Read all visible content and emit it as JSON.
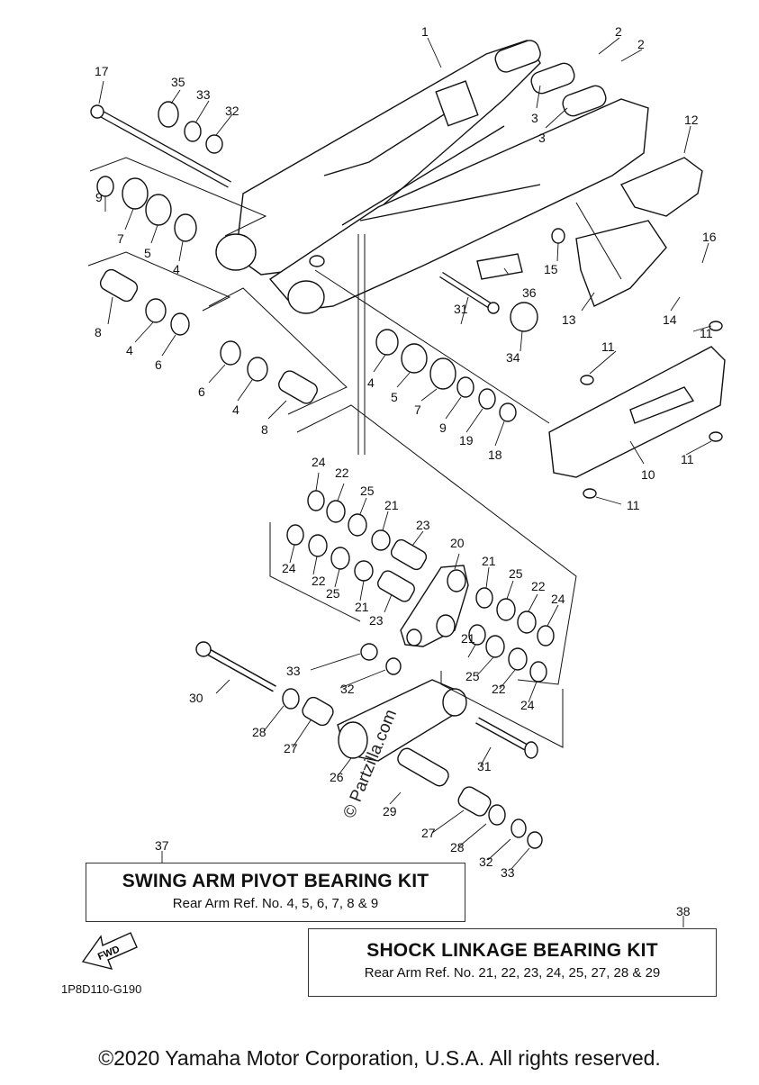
{
  "callouts": [
    "1",
    "2",
    "2",
    "3",
    "3",
    "4",
    "4",
    "4",
    "4",
    "5",
    "5",
    "6",
    "6",
    "7",
    "7",
    "8",
    "8",
    "9",
    "9",
    "10",
    "11",
    "11",
    "11",
    "11",
    "12",
    "13",
    "14",
    "15",
    "16",
    "17",
    "18",
    "19",
    "20",
    "21",
    "21",
    "21",
    "21",
    "22",
    "22",
    "22",
    "22",
    "23",
    "23",
    "24",
    "24",
    "24",
    "24",
    "25",
    "25",
    "25",
    "25",
    "26",
    "27",
    "27",
    "28",
    "28",
    "29",
    "30",
    "31",
    "31",
    "32",
    "32",
    "32",
    "33",
    "33",
    "33",
    "34",
    "35",
    "36"
  ],
  "kits": {
    "swing_arm": {
      "ref": "37",
      "title": "SWING ARM PIVOT BEARING KIT",
      "subtitle": "Rear Arm Ref. No. 4, 5, 6, 7, 8 & 9"
    },
    "shock_linkage": {
      "ref": "38",
      "title": "SHOCK LINKAGE BEARING KIT",
      "subtitle": "Rear Arm Ref. No. 21, 22, 23, 24, 25, 27, 28 & 29"
    }
  },
  "fwd_label": "FWD",
  "diagram_code": "1P8D110-G190",
  "watermark": "© Partzilla.com",
  "copyright": "©2020 Yamaha Motor Corporation, U.S.A. All rights reserved."
}
